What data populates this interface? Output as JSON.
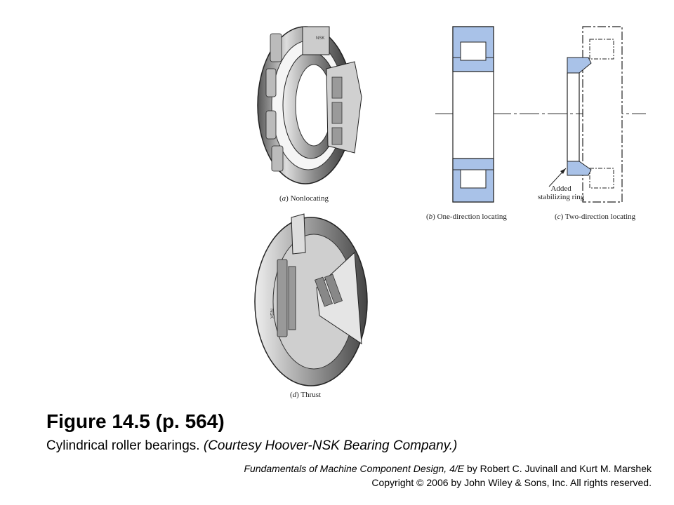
{
  "captions": {
    "a": {
      "letter": "a",
      "text": "Nonlocating"
    },
    "b": {
      "letter": "b",
      "text": "One-direction locating"
    },
    "c": {
      "letter": "c",
      "text": "Two-direction locating"
    },
    "d": {
      "letter": "d",
      "text": "Thrust"
    }
  },
  "callout": {
    "line1": "Added",
    "line2": "stabilizing ring"
  },
  "bearing_marking": "NSK",
  "title": "Figure 14.5  (p. 564)",
  "subtitle": {
    "plain": "Cylindrical roller bearings.",
    "italic": "(Courtesy Hoover-NSK Bearing Company.)"
  },
  "credit": {
    "book_italic": "Fundamentals of Machine Component Design, 4/E",
    "book_rest": " by Robert C.  Juvinall and Kurt M. Marshek",
    "copyright": "Copyright © 2006 by John Wiley & Sons, Inc.  All rights reserved."
  },
  "colors": {
    "highlight": "#a9c2e8",
    "line": "#222222"
  }
}
